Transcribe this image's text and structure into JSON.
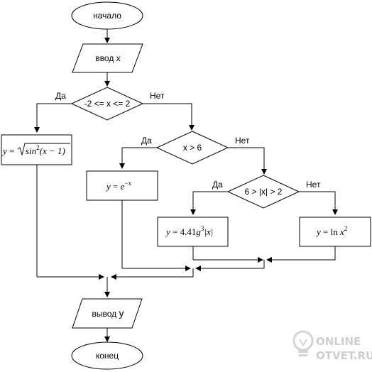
{
  "nodes": {
    "start": "начало",
    "input": "ввод x",
    "cond1": "-2 <= x <= 2",
    "cond2": "x > 6",
    "cond3": "6 > |x| > 2",
    "output_prefix": "вывод ",
    "output_var": "y",
    "end": "конец"
  },
  "labels": {
    "yes": "Да",
    "no": "Нет"
  },
  "formulas": {
    "f1": {
      "lhs": "y",
      "eq": " = ",
      "rad": "sin",
      "pow": "2",
      "arg": "(x − 1)"
    },
    "f2": {
      "lhs": "y",
      "eq": " = ",
      "base": "e",
      "exp": "−x"
    },
    "f3": {
      "lhs": "y",
      "eq": " = ",
      "coef": "4.41",
      "var": "g",
      "pow": "3",
      "abs": "|x|"
    },
    "f4": {
      "lhs": "y",
      "eq": " = ",
      "fn": "ln",
      "var": "x",
      "pow": "2"
    }
  },
  "watermark": {
    "line1": "ONLINE",
    "line2": "OTVET.RU"
  }
}
